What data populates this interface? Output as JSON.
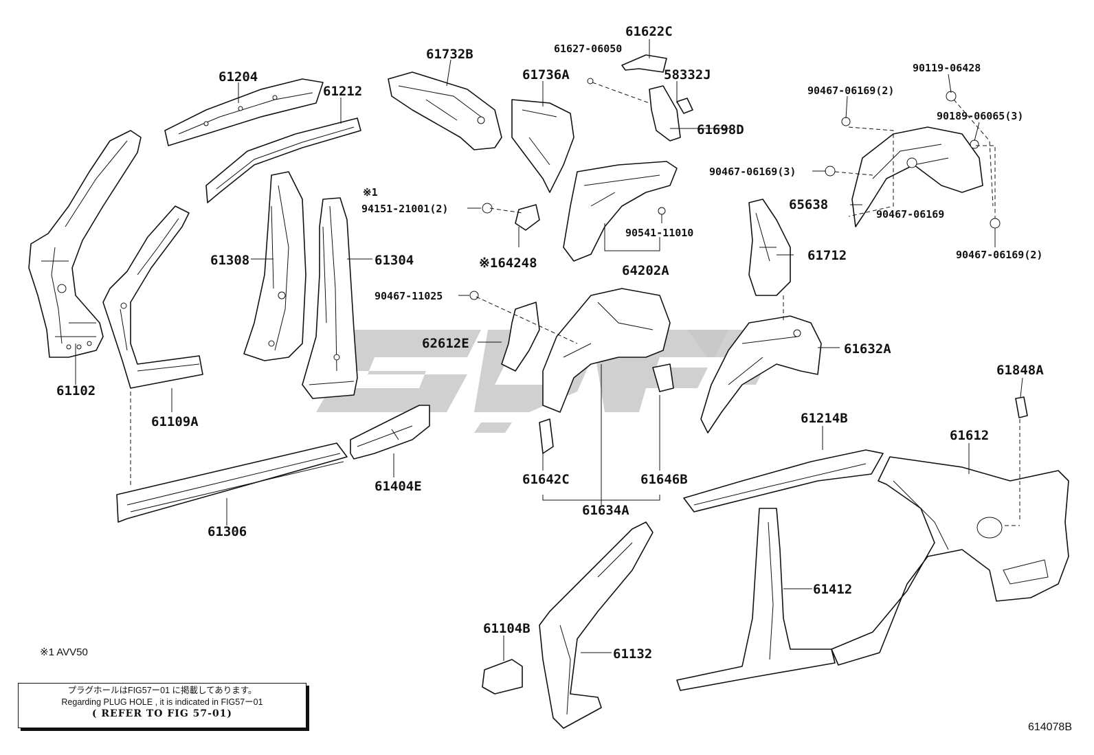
{
  "labels": {
    "p61204": "61204",
    "p61212": "61212",
    "p61102": "61102",
    "p61109a": "61109A",
    "p61308": "61308",
    "p61304": "61304",
    "p61732b": "61732B",
    "p61736a": "61736A",
    "p61627": "61627-06050",
    "p61622c": "61622C",
    "p58332j": "58332J",
    "p61698d": "61698D",
    "p90119": "90119-06428",
    "p90467_top": "90467-06169(2)",
    "p90189": "90189-06065(3)",
    "p90467_3": "90467-06169(3)",
    "p65638": "65638",
    "p90467_mid": "90467-06169",
    "p90467_bot": "90467-06169(2)",
    "p94151_note": "※1",
    "p94151": "94151-21001(2)",
    "p64248": "※164248",
    "p90541": "90541-11010",
    "p64202a": "64202A",
    "p61712": "61712",
    "p90467_11025": "90467-11025",
    "p62612e": "62612E",
    "p61632a": "61632A",
    "p61848a": "61848A",
    "p61404e": "61404E",
    "p61306": "61306",
    "p61642c": "61642C",
    "p61646b": "61646B",
    "p61634a": "61634A",
    "p61214b": "61214B",
    "p61612": "61612",
    "p61412": "61412",
    "p61104b": "61104B",
    "p61132": "61132"
  },
  "note_avv": "※1 AVV50",
  "ref_box": {
    "line1": "プラグホールはFIG57ー01 に掲載してあります。",
    "line2": "Regarding PLUG HOLE , it is indicated in FIG57ー01",
    "line3": "( REFER TO FIG 57-01)"
  },
  "figure_number": "614078B"
}
